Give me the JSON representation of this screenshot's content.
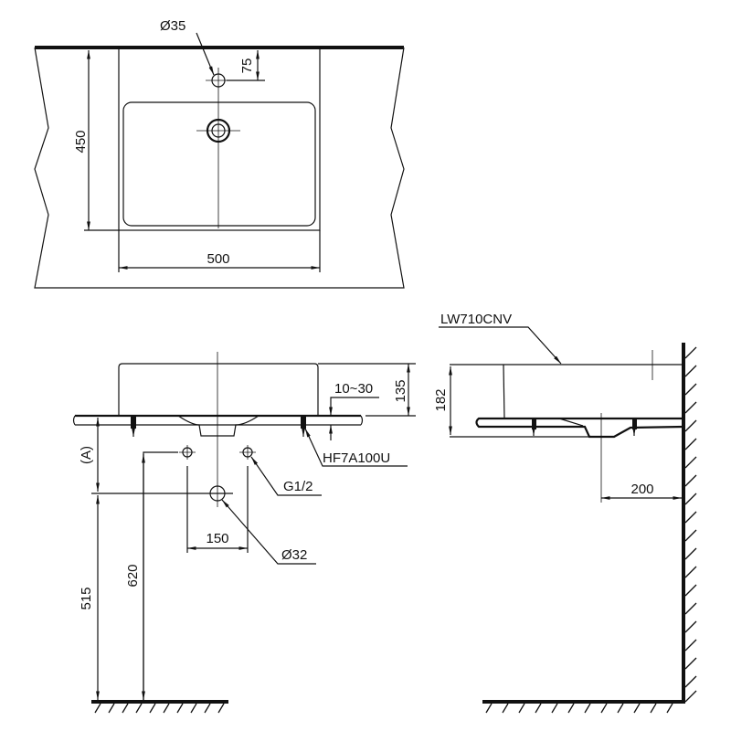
{
  "top_view": {
    "tap_hole_diameter": "Ø35",
    "tap_hole_offset": "75",
    "depth": "450",
    "width": "500"
  },
  "front_view": {
    "height": "135",
    "countertop_thickness": "10~30",
    "fixing_part": "HF7A100U",
    "supply_thread": "G1/2",
    "supply_spacing": "150",
    "drain_diameter": "Ø32",
    "dim_a": "(A)",
    "supply_height": "620",
    "drain_height": "515"
  },
  "side_view": {
    "model": "LW710CNV",
    "total_height": "182",
    "drain_from_wall": "200"
  }
}
